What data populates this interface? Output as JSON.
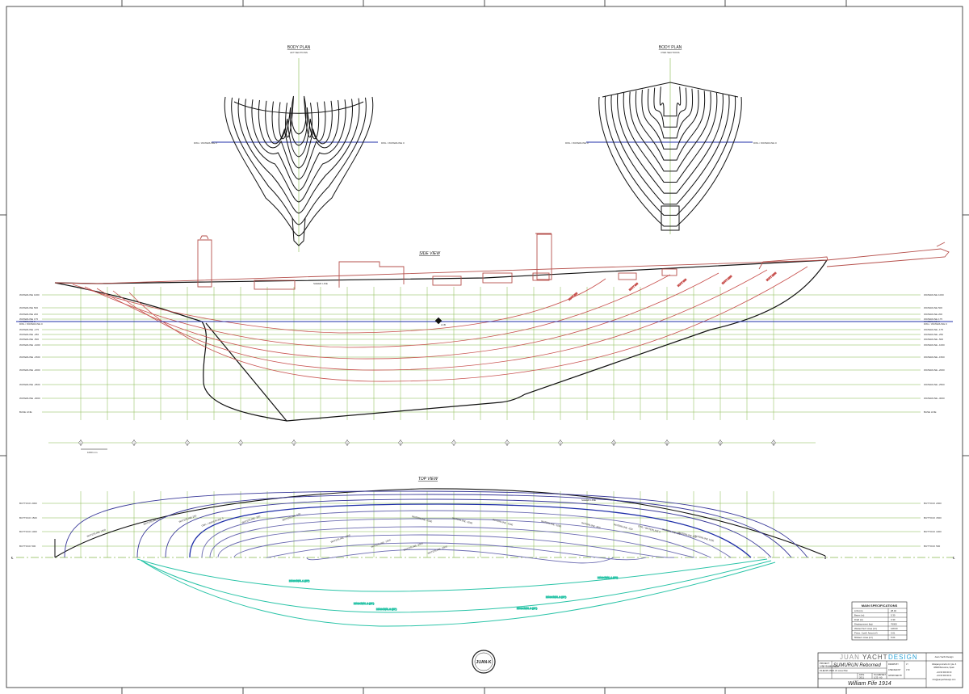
{
  "colors": {
    "hull": "#111111",
    "buttock": "#c8524f",
    "waterline": "#86b84c",
    "dwl": "#1f2fa8",
    "sheer_plan": "#3a3a9a",
    "plan_waterlines": "#5a5aa8",
    "diagonals": "#2bc4a8",
    "border": "#222222"
  },
  "body_plan_aft": {
    "title": "BODY PLAN",
    "subtitle": "AFT SECTIONS",
    "dwl_label": "DWL / WATERLINE 0"
  },
  "body_plan_fwd": {
    "title": "BODY PLAN",
    "subtitle": "FWD SECTIONS",
    "dwl_label": "DWL / WATERLINE 0"
  },
  "side_view": {
    "title": "SIDE VIEW",
    "sheer_label": "SHEER LINE",
    "lcb_label": "LCB",
    "waterlines": [
      "WATERLINE 1000",
      "WATERLINE 500",
      "WATERLINE 200",
      "WATERLINE 175",
      "WATERLINE 0",
      "DWL / WATERLINE 0",
      "WATERLINE -175",
      "WATERLINE -250",
      "WATERLINE -500",
      "WATERLINE -1000",
      "WATERLINE -1500",
      "WATERLINE -2000",
      "WATERLINE -2500",
      "WATERLINE -3000",
      "BASE LINE"
    ],
    "buttock_labels": [
      "BUTT 300",
      "BUTT 600",
      "BUTT 900",
      "BUTT 1200",
      "BUTT 1500"
    ],
    "stations": [
      "0",
      "1",
      "2",
      "3",
      "4",
      "5",
      "6",
      "7",
      "8",
      "9",
      "10",
      "11",
      "12",
      "13"
    ],
    "scale_label": "1000 mm"
  },
  "top_view": {
    "title": "TOP VIEW",
    "buttocks": [
      "BUTTOCK 2000",
      "BUTTOCK 1500",
      "BUTTOCK 1000",
      "BUTTOCK 500"
    ],
    "centerline_symbol": "℄",
    "sheer_label": "SHEER LINE",
    "waterline_labels": [
      "WATERLINE 1000",
      "WATERLINE 500",
      "WATERLINE 200",
      "DWL / WATERLINE 0",
      "WATERLINE -250",
      "WATERLINE -500",
      "WATERLINE -1000",
      "WATERLINE -1500",
      "WATERLINE -2000",
      "WATERLINE -2500"
    ],
    "diagonal_labels": [
      "DIAGONAL 1 (45°)",
      "DIAGONAL 2 (45°)",
      "DIAGONAL 3 (45°)"
    ]
  },
  "specs": {
    "title": "MAIN SPECIFICATIONS",
    "rows": [
      [
        "LOA (m)",
        "28.40"
      ],
      [
        "Beam (m)",
        "5.30"
      ],
      [
        "Draft (m)",
        "3.30"
      ],
      [
        "Displacement (kg)",
        "76000"
      ],
      [
        "Wetted Surf. Area (m²)",
        "128.00"
      ],
      [
        "Prism. Coeff. Area (m²)",
        "3.01"
      ],
      [
        "Midsect. Area (m²)",
        "5.04"
      ]
    ]
  },
  "title_block": {
    "brand_juan": "JUAN",
    "brand_yacht": "YACHT",
    "brand_design": "DESIGN",
    "project_label": "PROJECT",
    "project_value": "1/38 SUMURUN",
    "file_label": "FILE",
    "file_value": "1/38 LINES JK Lines Plan",
    "drawing_title": "SUMURUN Reborned",
    "date_label": "DATE",
    "date_value": "2011",
    "scale_label": "SCALE",
    "scale_value": "1/25",
    "sheet_label": "SHEET",
    "sheet_value": "A0",
    "drawn_label": "DRAWN BY",
    "drawn_value": "JY",
    "checked_label": "CHECKED BY",
    "checked_value": "JYD",
    "approved_label": "APPROVED BY",
    "approved_value": "",
    "designer": "William Fife 1914",
    "company": "Juan Yacht Design",
    "address1": "C/Espanya Grefon 13, pta. 3",
    "address2": "08008 Barcelona, Spain",
    "phone": "+34 93 000 00 00",
    "fax": "+34 93 000 00 01",
    "email": "info@juanyachtdesign.com"
  },
  "logo_text": "JUAN-K"
}
